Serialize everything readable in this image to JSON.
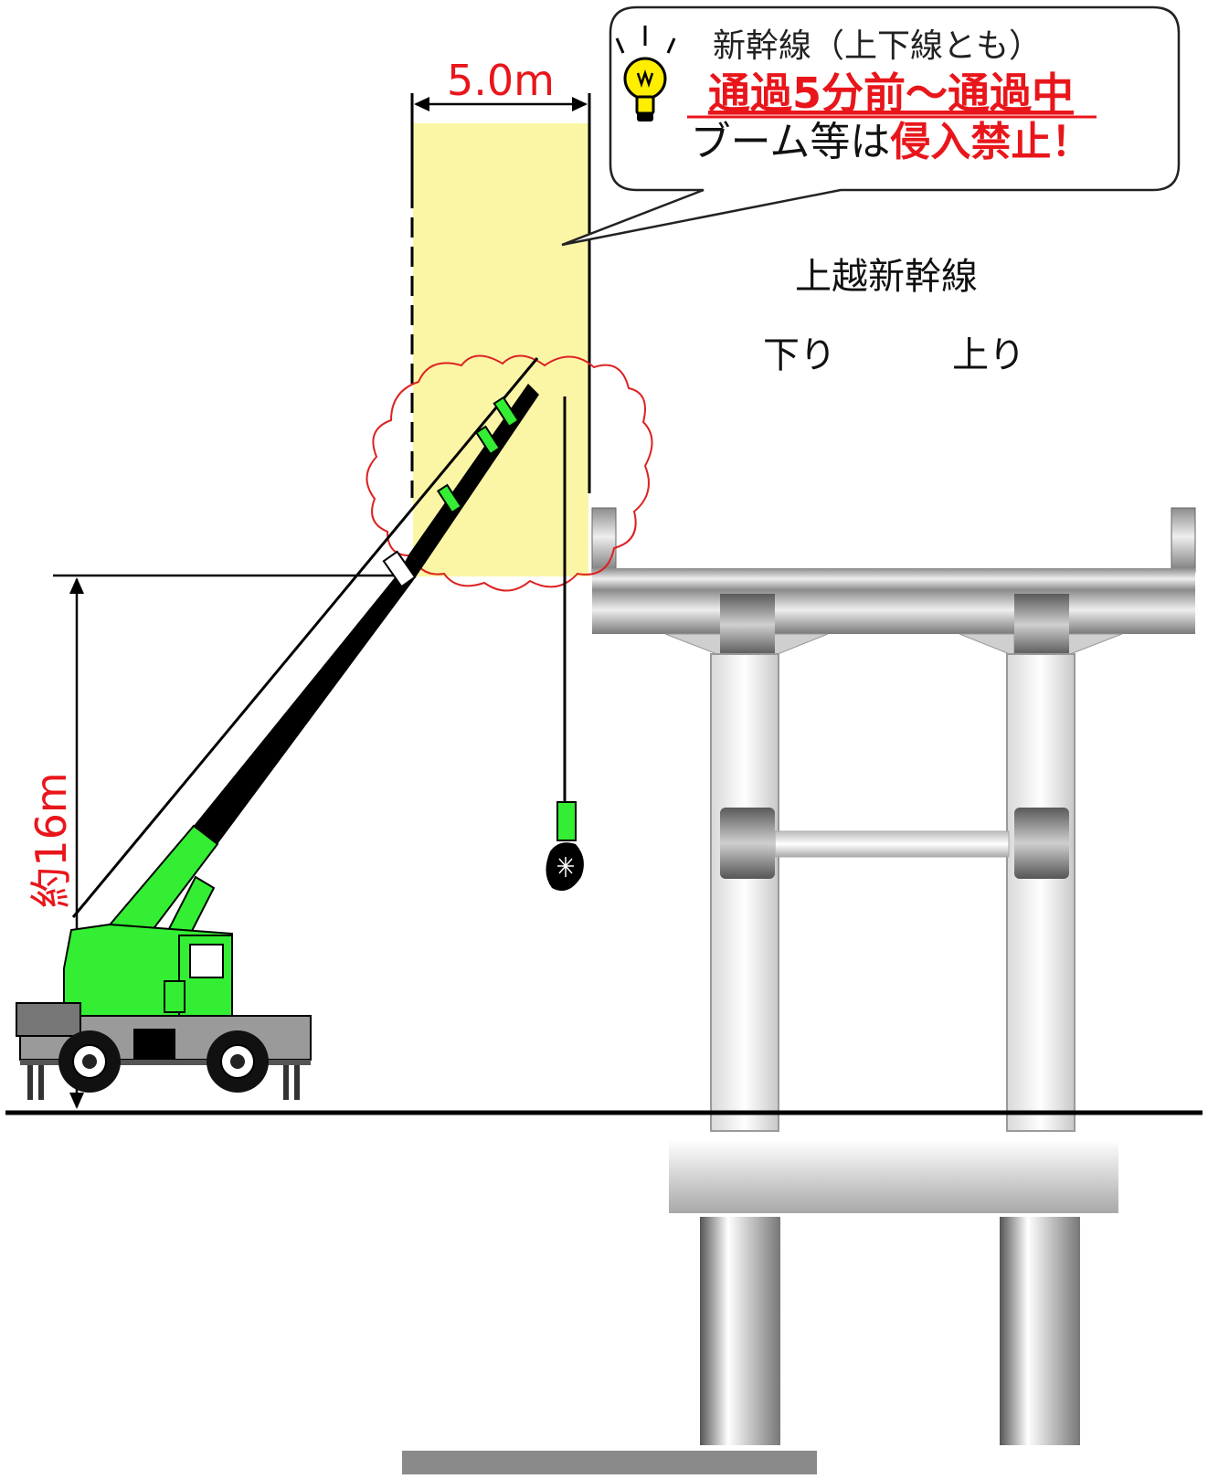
{
  "callout": {
    "line1": "新幹線（上下線とも）",
    "line2": "通過5分前～通過中",
    "line3_prefix": "ブーム等は",
    "line3_emphasis": "侵入禁止！"
  },
  "dimensions": {
    "width_label": "5.0m",
    "height_label": "約16m"
  },
  "railway": {
    "title": "上越新幹線",
    "track_down": "下り",
    "track_up": "上り"
  },
  "colors": {
    "warning_red": "#e8161b",
    "zone_yellow": "#fbf6a6",
    "crane_green": "#33ee33",
    "boom_black": "#000000",
    "cloud_outline": "#dd2222",
    "bulb_yellow": "#ffee00"
  },
  "icons": [
    "light-bulb-icon"
  ]
}
